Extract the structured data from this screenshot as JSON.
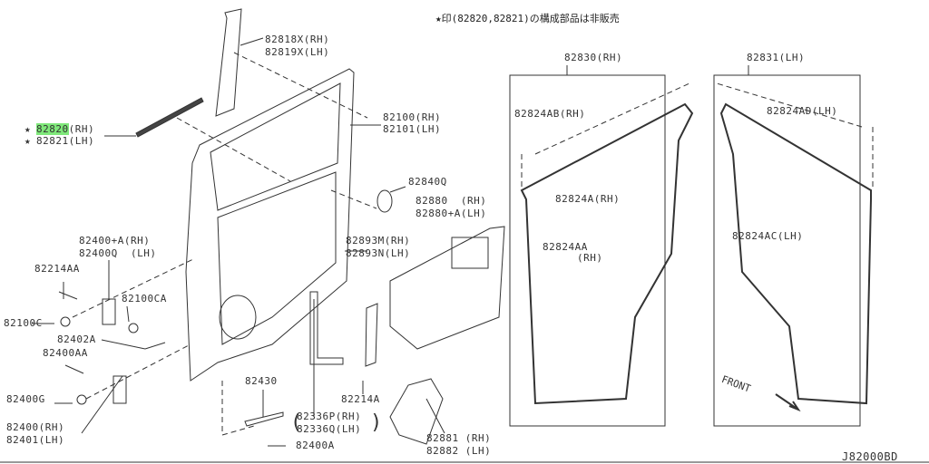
{
  "note": {
    "star": "★",
    "text": "印(82820,82821)の構成部品は非販売"
  },
  "labels": {
    "l82818x": "82818X(RH)",
    "l82819x": "82819X(LH)",
    "l82820": "82820",
    "l82820rh": "(RH)",
    "l82821": "82821(LH)",
    "star": "★",
    "l82100": "82100(RH)",
    "l82101": "82101(LH)",
    "l82840q": "82840Q",
    "l82880": "82880  (RH)",
    "l82880a": "82880+A(LH)",
    "l82893m": "82893M(RH)",
    "l82893n": "82893N(LH)",
    "l82400a_rh": "82400+A(RH)",
    "l82400q": "82400Q  (LH)",
    "l82214aa": "82214AA",
    "l82100ca": "82100CA",
    "l82100c": "82100C",
    "l82402a": "82402A",
    "l82400aa": "82400AA",
    "l82400g": "82400G",
    "l82400": "82400(RH)",
    "l82401": "82401(LH)",
    "l82430": "82430",
    "l82214a": "82214A",
    "l82336p": "82336P(RH)",
    "l82336q": "82336Q(LH)",
    "l82400a": "82400A",
    "l82881": "82881 (RH)",
    "l82882": "82882 (LH)",
    "l82830": "82830(RH)",
    "l82831": "82831(LH)",
    "l82824ab": "82824AB(RH)",
    "l82824a": "82824A(RH)",
    "l82824aa": "82824AA",
    "l82824aa_rh": "(RH)",
    "l82824ad": "82824AD(LH)",
    "l82824ac": "82824AC(LH)",
    "front": "FRONT",
    "code": "J82000BD"
  },
  "colors": {
    "highlight": "#7fe87a"
  }
}
